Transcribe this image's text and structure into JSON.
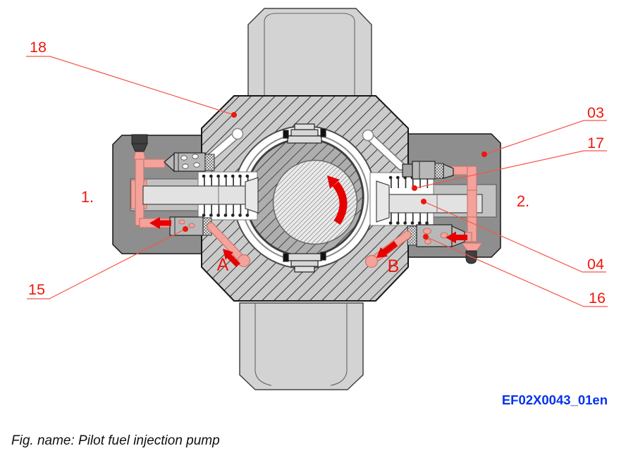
{
  "figure": {
    "caption": "Fig. name: Pilot fuel injection pump",
    "doc_code": "EF02X0043_01en"
  },
  "callouts": {
    "c18": "18",
    "c15": "15",
    "c03": "03",
    "c17": "17",
    "c04": "04",
    "c16": "16"
  },
  "side_labels": {
    "left": "1.",
    "right": "2."
  },
  "flow_labels": {
    "a": "A",
    "b": "B"
  },
  "colors": {
    "callout_red": "#ed170c",
    "leader_red": "#f4564a",
    "arrow_red": "#e60000",
    "pipe_pink": "#f4a29b",
    "pipe_outline": "#c5796f",
    "doc_blue": "#0433f0",
    "caption_black": "#111111"
  }
}
